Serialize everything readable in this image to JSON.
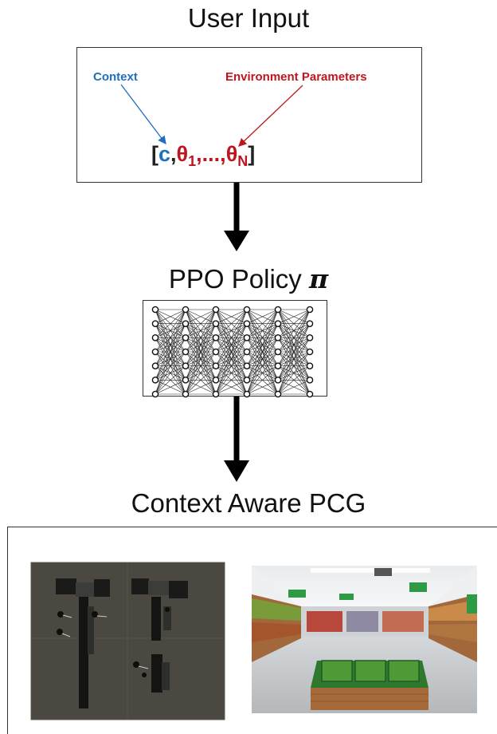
{
  "titles": {
    "user_input": "User Input",
    "ppo_policy": "PPO Policy",
    "pi_symbol": "π",
    "pcg": "Context Aware PCG"
  },
  "input_box": {
    "context_label": "Context",
    "env_label": "Environment Parameters",
    "formula": {
      "open": "[",
      "c": "c",
      "comma1": ",",
      "theta1": "θ",
      "sub1": "1",
      "dots": ",...,",
      "thetaN": "θ",
      "subN": "N",
      "close": "]"
    }
  },
  "colors": {
    "context": "#1f6fbf",
    "env": "#c0151f",
    "arrow": "#000000"
  },
  "network": {
    "layers": [
      7,
      7,
      7,
      7,
      7,
      7
    ]
  }
}
